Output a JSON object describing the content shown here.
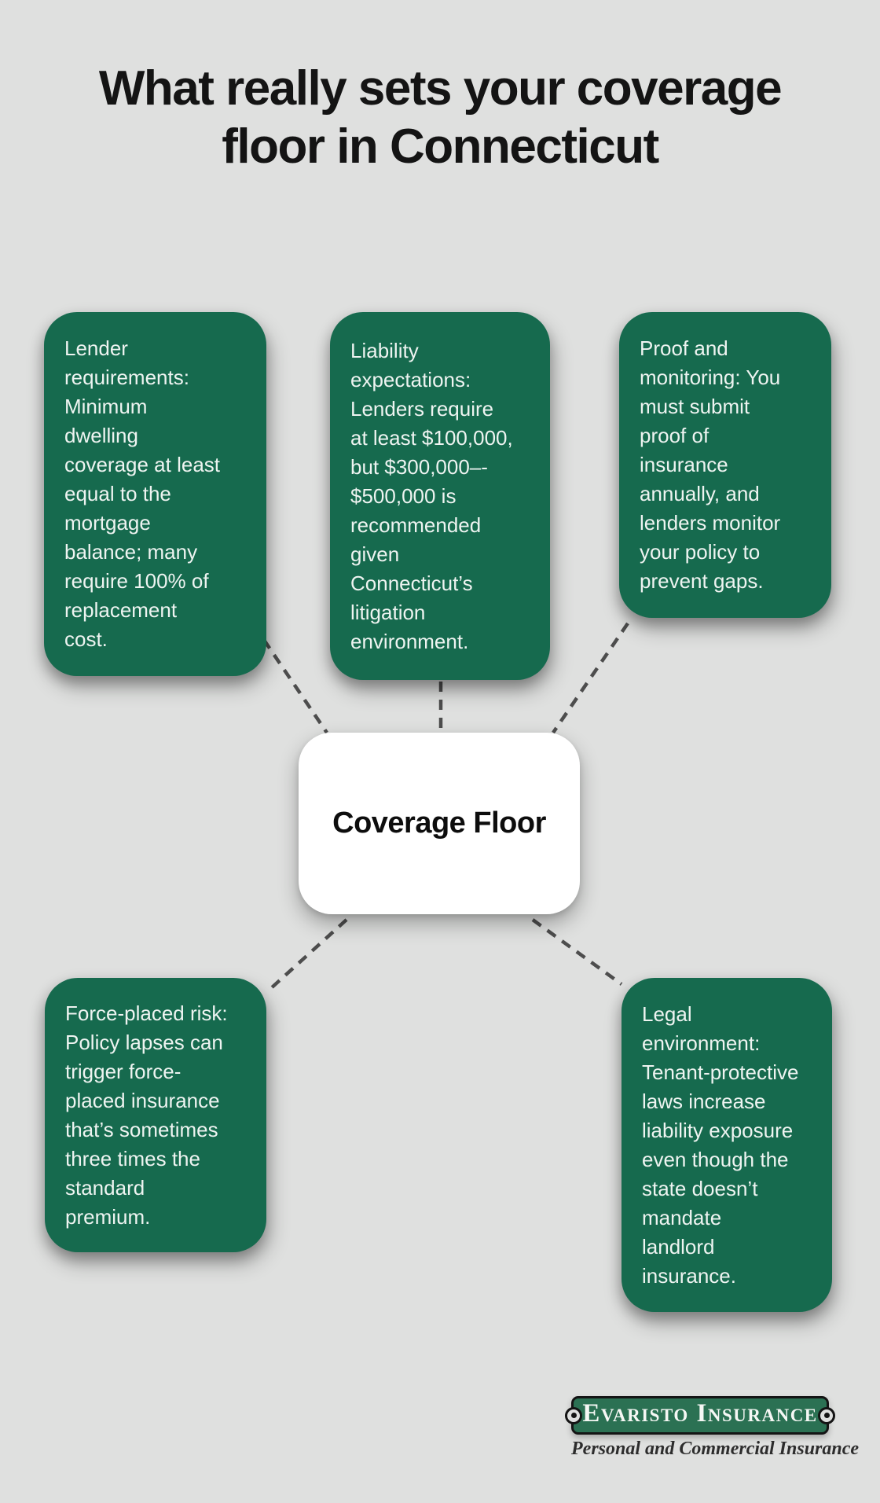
{
  "title": {
    "line1": "What really sets your coverage",
    "line2": "floor in Connecticut"
  },
  "center_node": {
    "label": "Coverage Floor"
  },
  "nodes": [
    {
      "id": "lender-requirements",
      "text": "Lender\nrequirements:\nMinimum\ndwelling\ncoverage at least\nequal to the\nmortgage\nbalance; many\nrequire 100% of\nreplacement\ncost."
    },
    {
      "id": "liability-expectations",
      "text": "Liability\nexpectations:\nLenders require\nat least $100,000,\nbut $300,000–-\n$500,000 is\nrecommended\ngiven\nConnecticut’s\nlitigation\nenvironment."
    },
    {
      "id": "proof-and-monitoring",
      "text": "Proof and\nmonitoring: You\nmust submit\nproof of\ninsurance\nannually, and\nlenders monitor\nyour policy to\nprevent gaps."
    },
    {
      "id": "force-placed-risk",
      "text": "Force-placed risk:\nPolicy lapses can\ntrigger force-\nplaced insurance\nthat’s sometimes\nthree times the\nstandard\npremium."
    },
    {
      "id": "legal-environment",
      "text": "Legal\nenvironment:\nTenant-protective\nlaws increase\nliability exposure\neven though the\nstate doesn’t\nmandate\nlandlord\ninsurance."
    }
  ],
  "logo": {
    "name": "Evaristo Insurance",
    "tagline": "Personal and Commercial Insurance"
  },
  "colors": {
    "background": "#dfe0df",
    "node_green": "#166a4e",
    "node_text": "#eef4f1",
    "center_bg": "#ffffff",
    "center_text": "#0d0d0d",
    "connector_gray": "#4d4d4d",
    "title_black": "#141414",
    "logo_green": "#2b7153",
    "logo_border": "#141414",
    "tagline_gray": "#2d2d2d"
  }
}
